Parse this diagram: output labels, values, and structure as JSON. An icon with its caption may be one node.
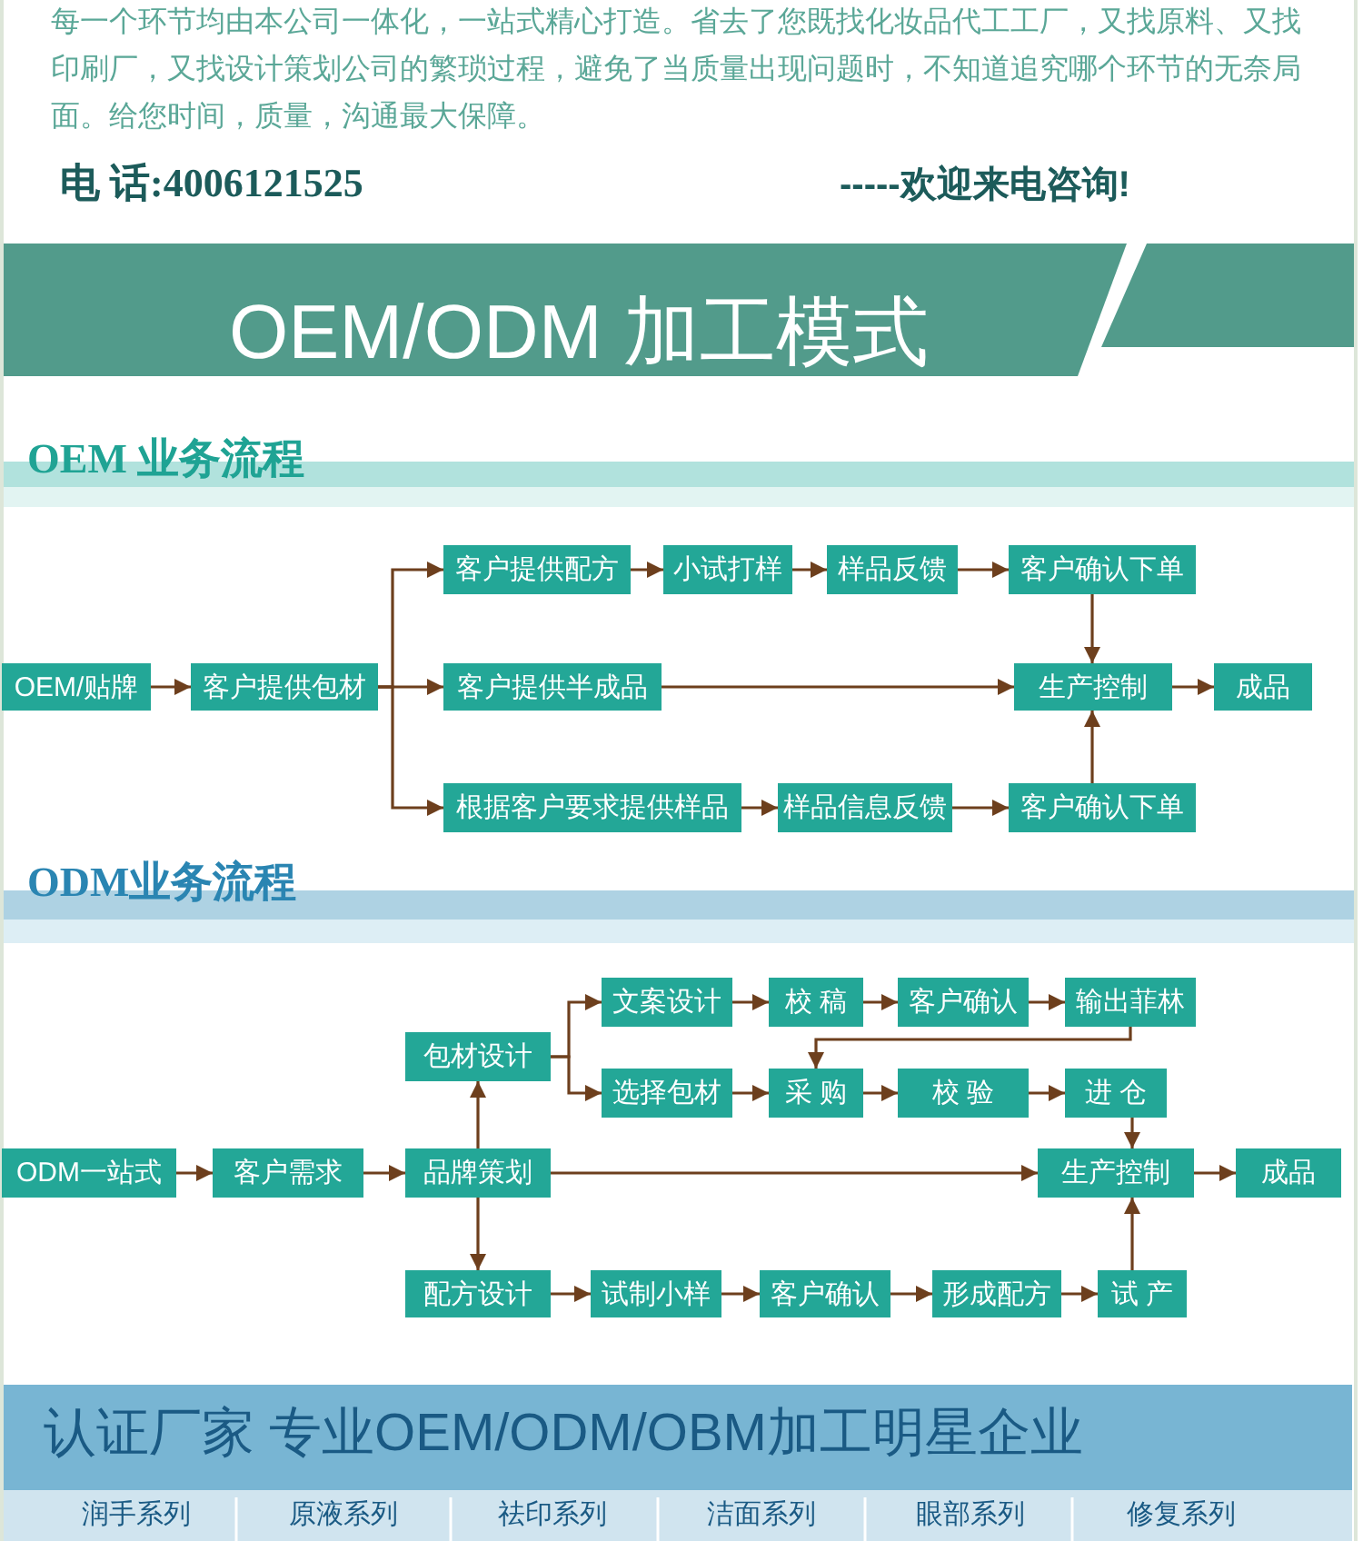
{
  "diagram": {
    "title": "OEM/ODM 加工模式",
    "nodes": [
      {
        "text": [
          "OEM/贴牌"
        ]
      },
      {
        "text": [
          "客户提供包材"
        ]
      },
      {
        "text": [
          "客户提供配方"
        ]
      },
      {
        "text": [
          "小试打样"
        ]
      },
      {
        "text": [
          "样品反馈"
        ]
      },
      {
        "text": [
          "客户确认下单"
        ]
      },
      {
        "text": [
          "客户提供半成品"
        ]
      },
      {
        "text": [
          "生产控制"
        ]
      },
      {
        "text": [
          "成品"
        ]
      },
      {
        "text": [
          "根据客户要求提供样品"
        ]
      },
      {
        "text": [
          "样品信息反馈"
        ]
      },
      {
        "text": [
          "客户确认下单"
        ]
      },
      {
        "text": [
          "ODM一站式"
        ]
      },
      {
        "text": [
          "客户需求"
        ]
      },
      {
        "text": [
          "品牌策划"
        ]
      },
      {
        "text": [
          "包材设计"
        ]
      },
      {
        "text": [
          "文案设计"
        ]
      },
      {
        "text": [
          "校 稿"
        ]
      },
      {
        "text": [
          "客户确认"
        ]
      },
      {
        "text": [
          "输出菲林"
        ]
      },
      {
        "text": [
          "选择包材"
        ]
      },
      {
        "text": [
          "采 购"
        ]
      },
      {
        "text": [
          "校 验"
        ]
      },
      {
        "text": [
          "进 仓"
        ]
      },
      {
        "text": [
          "生产控制"
        ]
      },
      {
        "text": [
          "成品"
        ]
      },
      {
        "text": [
          "配方设计"
        ]
      },
      {
        "text": [
          "试制小样"
        ]
      },
      {
        "text": [
          "客户确认"
        ]
      },
      {
        "text": [
          "形成配方"
        ]
      },
      {
        "text": [
          "试 产"
        ]
      }
    ],
    "edges": [
      {
        "from": 0,
        "to": 1,
        "arrow": "to"
      },
      {
        "from": 1,
        "to": 2,
        "arrow": "to"
      },
      {
        "from": 1,
        "to": 6,
        "arrow": "to"
      },
      {
        "from": 1,
        "to": 9,
        "arrow": "to"
      },
      {
        "from": 2,
        "to": 3,
        "arrow": "to"
      },
      {
        "from": 3,
        "to": 4,
        "arrow": "to"
      },
      {
        "from": 4,
        "to": 5,
        "arrow": "to"
      },
      {
        "from": 5,
        "to": 7,
        "arrow": "to"
      },
      {
        "from": 6,
        "to": 7,
        "arrow": "to"
      },
      {
        "from": 7,
        "to": 8,
        "arrow": "to"
      },
      {
        "from": 9,
        "to": 10,
        "arrow": "to"
      },
      {
        "from": 10,
        "to": 11,
        "arrow": "to"
      },
      {
        "from": 11,
        "to": 7,
        "arrow": "to"
      },
      {
        "from": 12,
        "to": 13,
        "arrow": "to"
      },
      {
        "from": 13,
        "to": 14,
        "arrow": "to"
      },
      {
        "from": 14,
        "to": 15,
        "arrow": "to"
      },
      {
        "from": 14,
        "to": 24,
        "arrow": "to"
      },
      {
        "from": 14,
        "to": 26,
        "arrow": "to"
      },
      {
        "from": 15,
        "to": 16,
        "arrow": "to"
      },
      {
        "from": 15,
        "to": 20,
        "arrow": "to"
      },
      {
        "from": 16,
        "to": 17,
        "arrow": "to"
      },
      {
        "from": 17,
        "to": 18,
        "arrow": "to"
      },
      {
        "from": 18,
        "to": 19,
        "arrow": "to"
      },
      {
        "from": 19,
        "to": 21,
        "arrow": "to"
      },
      {
        "from": 20,
        "to": 21,
        "arrow": "to"
      },
      {
        "from": 21,
        "to": 22,
        "arrow": "to"
      },
      {
        "from": 22,
        "to": 23,
        "arrow": "to"
      },
      {
        "from": 23,
        "to": 24,
        "arrow": "to"
      },
      {
        "from": 24,
        "to": 25,
        "arrow": "to"
      },
      {
        "from": 26,
        "to": 27,
        "arrow": "to"
      },
      {
        "from": 27,
        "to": 28,
        "arrow": "to"
      },
      {
        "from": 28,
        "to": 29,
        "arrow": "to"
      },
      {
        "from": 29,
        "to": 30,
        "arrow": "to"
      },
      {
        "from": 30,
        "to": 24,
        "arrow": "to"
      }
    ],
    "labels": [
      "每一个环节均由本公司一体化，一站式精心打造。省去了您既找化妆品代工工厂，又找原料、又找印刷厂，又找设计策划公司的繁琐过程，避免了当质量出现问题时，不知道追究哪个环节的无奈局面。给您时间，质量，沟通最大保障。",
      "电 话:4006121525",
      "-----欢迎来电咨询!",
      "OEM 业务流程",
      "ODM业务流程",
      "认证厂家 专业OEM/ODM/OBM加工明星企业",
      "润手系列",
      "原液系列",
      "祛印系列",
      "洁面系列",
      "眼部系列",
      "修复系列"
    ]
  }
}
